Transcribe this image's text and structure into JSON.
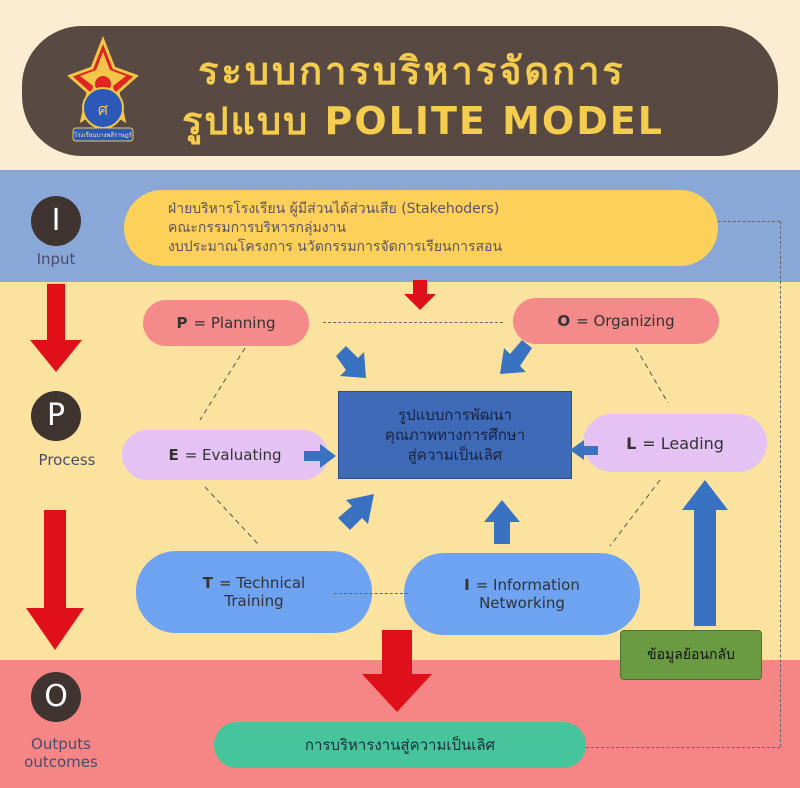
{
  "title": {
    "line1": "ระบบการบริหารจัดการ",
    "line2": "รูปแบบ POLITE MODEL",
    "logo_text": "โรงเรียนบางพลีราษฎร์"
  },
  "stages": {
    "input": {
      "letter": "I",
      "label": "Input"
    },
    "process": {
      "letter": "P",
      "label": "Process"
    },
    "output": {
      "letter": "O",
      "label_line1": "Outputs",
      "label_line2": "outcomes"
    }
  },
  "input_box": {
    "line1": "ฝ่ายบริหารโรงเรียน ผู้มีส่วนได้ส่วนเสีย (Stakehoders)",
    "line2": "คณะกรรมการบริหารกลุ่มงาน",
    "line3": "งบประมาณโครงการ นวัตกรรมการจัดการเรียนการสอน"
  },
  "components": {
    "planning": {
      "letter": "P",
      "text": "= Planning"
    },
    "organizing": {
      "letter": "O",
      "text": "= Organizing"
    },
    "evaluating": {
      "letter": "E",
      "text": "= Evaluating"
    },
    "leading": {
      "letter": "L",
      "text": "= Leading"
    },
    "technical": {
      "letter": "T",
      "text": "= Technical",
      "line2": "Training"
    },
    "information": {
      "letter": "I",
      "text": "= Information",
      "line2": "Networking"
    }
  },
  "center": {
    "line1": "รูปแบบการพัฒนา",
    "line2": "คุณภาพทางการศึกษา",
    "line3": "สู่ความเป็นเลิศ"
  },
  "feedback": "ข้อมูลย้อนกลับ",
  "outcome": "การบริหารงานสู่ความเป็นเลิศ",
  "colors": {
    "input_band": "#89a8d8",
    "process_band": "#fbe29e",
    "output_band": "#f68686",
    "pink": "#f48a8a",
    "lavender": "#e4c3f4",
    "blue_pill": "#6ea3f2",
    "yellow_pill": "#fdd05a",
    "green_box": "#6a9a42",
    "teal": "#46c49b",
    "arrow_red": "#e0101a",
    "arrow_blue": "#3a72c2"
  }
}
